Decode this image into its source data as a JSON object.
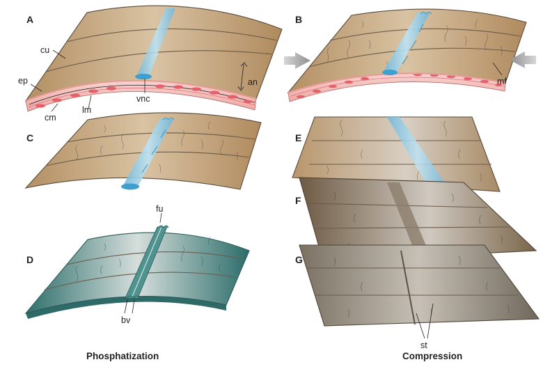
{
  "panels": {
    "A": "A",
    "B": "B",
    "C": "C",
    "D": "D",
    "E": "E",
    "F": "F",
    "G": "G"
  },
  "labels": {
    "cu": "cu",
    "ep": "ep",
    "cm": "cm",
    "lm": "lm",
    "vnc": "vnc",
    "an": "an",
    "mf": "mf",
    "fu": "fu",
    "bv": "bv",
    "st": "st"
  },
  "captions": {
    "left": "Phosphatization",
    "right": "Compression"
  },
  "colors": {
    "cuticle_tan": "#c7a47c",
    "cuticle_grey": "#cfcac2",
    "nerve_cord_blue": "#7fc2e0",
    "muscle_pink": "#f3b9b5",
    "muscle_red": "#e25d66",
    "phosphatized_teal": "#3f8783",
    "compressed_brown": "#8b7458",
    "arrow_grey": "#9a9a9a"
  }
}
